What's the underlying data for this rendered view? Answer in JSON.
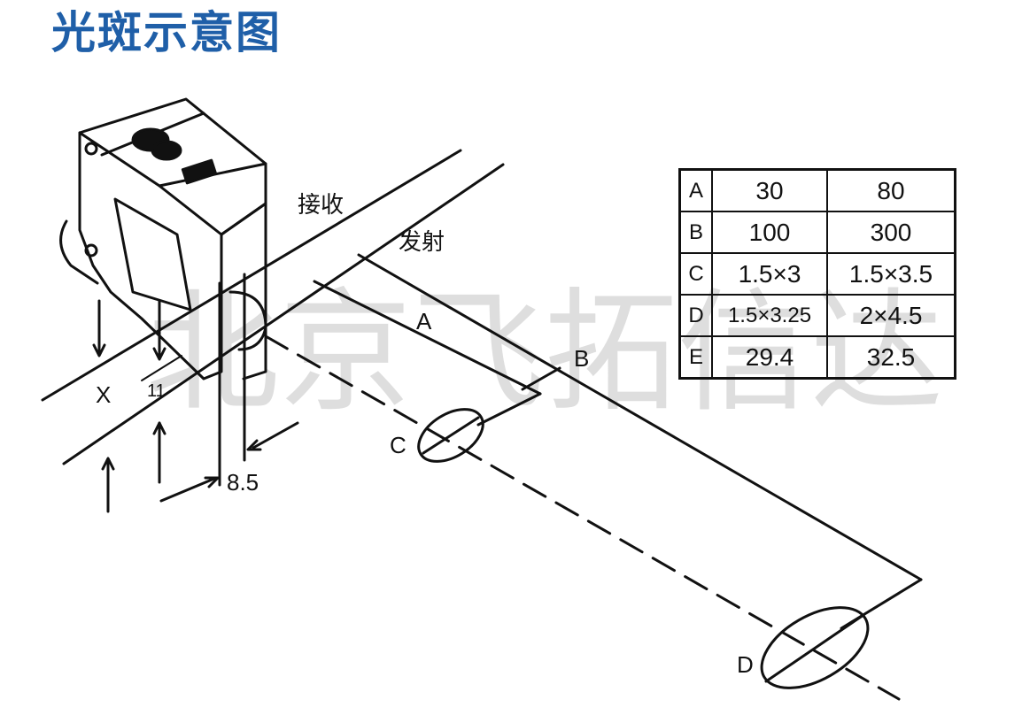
{
  "title": "光斑示意图",
  "labels": {
    "receive": "接收",
    "emit": "发射",
    "A": "A",
    "B": "B",
    "C": "C",
    "D": "D",
    "X": "X",
    "dim_11": "11",
    "dim_8_5": "8.5"
  },
  "table": {
    "rows": [
      {
        "key": "A",
        "v1": "30",
        "v2": "80"
      },
      {
        "key": "B",
        "v1": "100",
        "v2": "300"
      },
      {
        "key": "C",
        "v1": "1.5×3",
        "v2": "1.5×3.5"
      },
      {
        "key": "D",
        "v1": "1.5×3.25",
        "v2": "2×4.5"
      },
      {
        "key": "E",
        "v1": "29.4",
        "v2": "32.5"
      }
    ]
  },
  "colors": {
    "title": "#1f5fa8",
    "line": "#111111",
    "watermark": "#d7d7d7"
  },
  "watermark": "北京飞拓信达"
}
